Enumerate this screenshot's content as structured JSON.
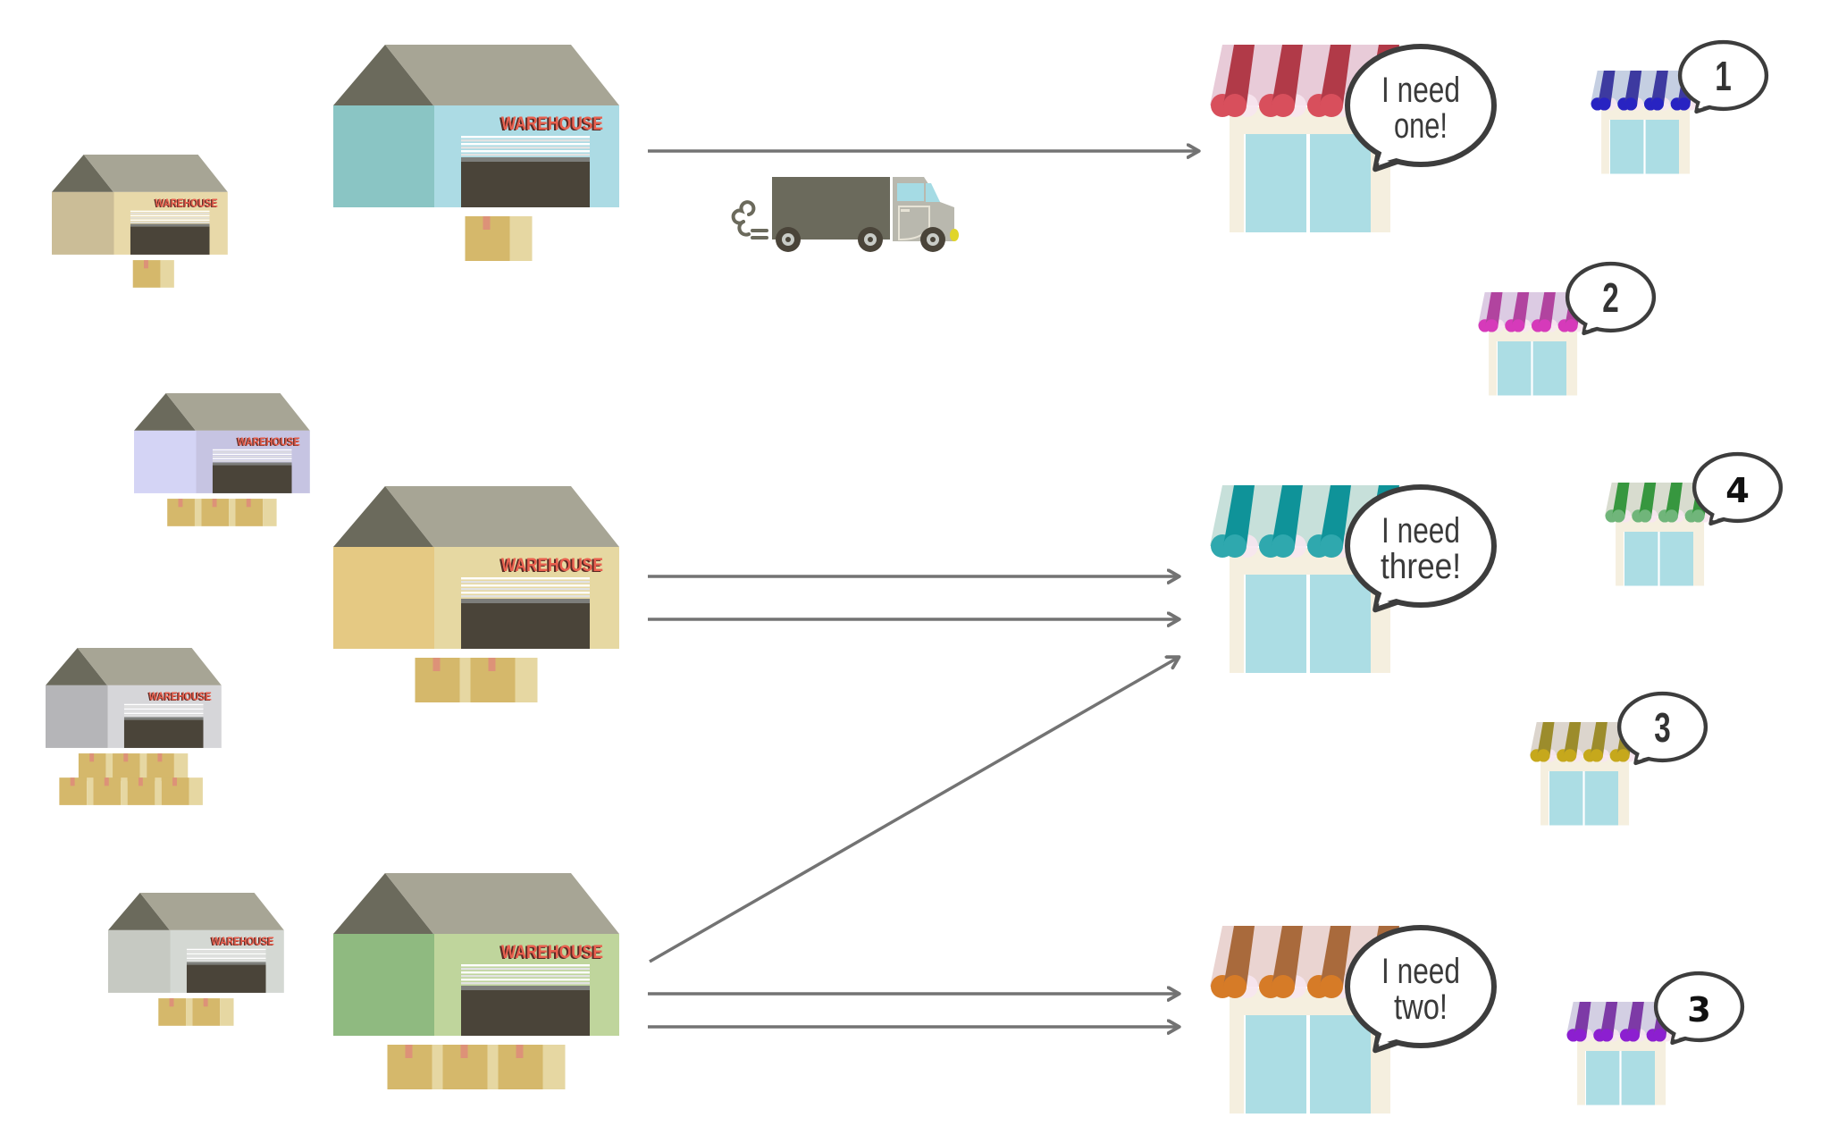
{
  "diagram": {
    "warehouse_label": "WAREHOUSE",
    "colors": {
      "roof_dark": "#6b6a5c",
      "roof_light": "#a7a595",
      "door_dark": "#4a4439",
      "box_main": "#d5b86b",
      "box_side": "#e6d7a2",
      "box_tape": "#dd9278",
      "arrow": "#737373",
      "store_wall": "#f5efdf",
      "store_window": "#acdde4",
      "bubble_stroke": "#3d3d3d"
    },
    "large_warehouses": [
      {
        "id": "top",
        "wall_left": "#8ac5c4",
        "wall_right": "#acdbe4",
        "boxes": 1
      },
      {
        "id": "middle",
        "wall_left": "#e5c983",
        "wall_right": "#e6d8a2",
        "boxes": 2
      },
      {
        "id": "bottom",
        "wall_left": "#8fba80",
        "wall_right": "#bfd59c",
        "boxes": 3
      }
    ],
    "small_warehouses": [
      {
        "id": "tan",
        "wall_left": "#cbbd97",
        "wall_right": "#e8d9a9",
        "boxes": 1
      },
      {
        "id": "lavender",
        "wall_left": "#d4d4f5",
        "wall_right": "#c6c4e2",
        "boxes": 3
      },
      {
        "id": "gray",
        "wall_left": "#b5b5b8",
        "wall_right": "#d6d6d9",
        "boxes": 7
      },
      {
        "id": "sage",
        "wall_left": "#c6c9c2",
        "wall_right": "#d4d8d3",
        "boxes": 2
      }
    ],
    "large_stores": [
      {
        "id": "red",
        "stripe": "#b13a48",
        "stripe_light": "#e8cbd8",
        "scallop": "#d84f5c",
        "bubble_line1": "I need",
        "bubble_line2": "one!"
      },
      {
        "id": "teal",
        "stripe": "#0f9399",
        "stripe_light": "#c7e0da",
        "scallop": "#2fa8ae",
        "bubble_line1": "I need",
        "bubble_line2": "three!"
      },
      {
        "id": "brown",
        "stripe": "#a96a3c",
        "stripe_light": "#ead4d1",
        "scallop": "#d67b27",
        "bubble_line1": "I need",
        "bubble_line2": "two!"
      }
    ],
    "small_stores": [
      {
        "id": "blue",
        "stripe": "#3d3aa0",
        "stripe_light": "#c5cfe2",
        "scallop": "#2823c2",
        "bubble_value": "1",
        "style": "condensed"
      },
      {
        "id": "magenta",
        "stripe": "#b1449f",
        "stripe_light": "#dccbe3",
        "scallop": "#d63aba",
        "bubble_value": "2",
        "style": "condensed"
      },
      {
        "id": "green",
        "stripe": "#37973f",
        "stripe_light": "#d8dccf",
        "scallop": "#70b57a",
        "bubble_value": "4",
        "style": "plain"
      },
      {
        "id": "olive",
        "stripe": "#9c8c2c",
        "stripe_light": "#dcd5cd",
        "scallop": "#c6a81c",
        "bubble_value": "3",
        "style": "condensed"
      },
      {
        "id": "purple",
        "stripe": "#7d3aa6",
        "stripe_light": "#d3cfe3",
        "scallop": "#8c1fd0",
        "bubble_value": "3",
        "style": "plain"
      }
    ]
  }
}
